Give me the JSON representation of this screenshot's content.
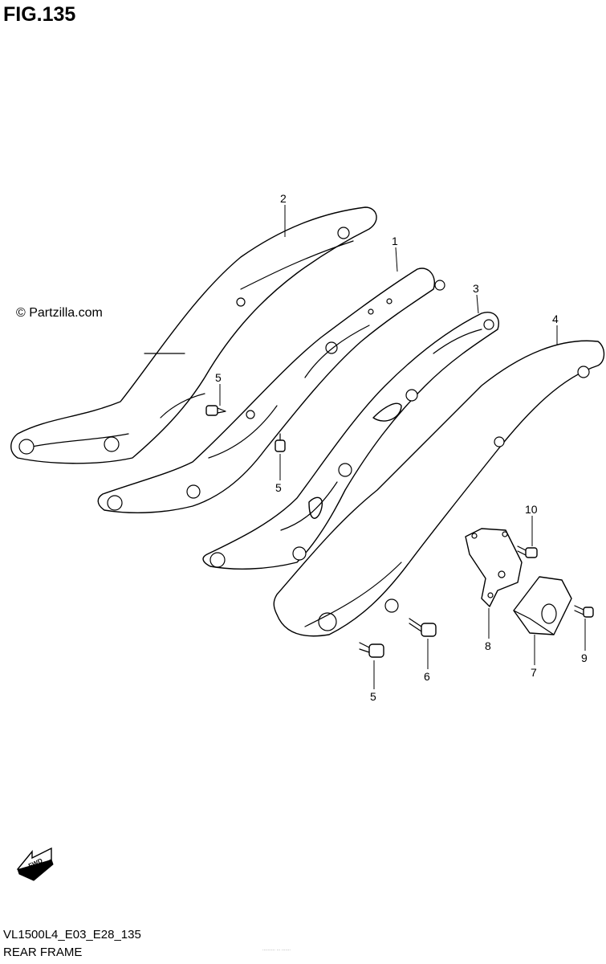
{
  "figure": {
    "title": "FIG.135",
    "watermark": "© Partzilla.com",
    "code": "VL1500L4_E03_E28_135",
    "name": "REAR FRAME",
    "fine_print": "·········· ··· ·······"
  },
  "fwd_icon": {
    "label": "FWD",
    "icon": "fwd-arrow-icon"
  },
  "callouts": [
    "2",
    "1",
    "3",
    "4",
    "5",
    "5",
    "10",
    "8",
    "6",
    "7",
    "9",
    "5"
  ]
}
